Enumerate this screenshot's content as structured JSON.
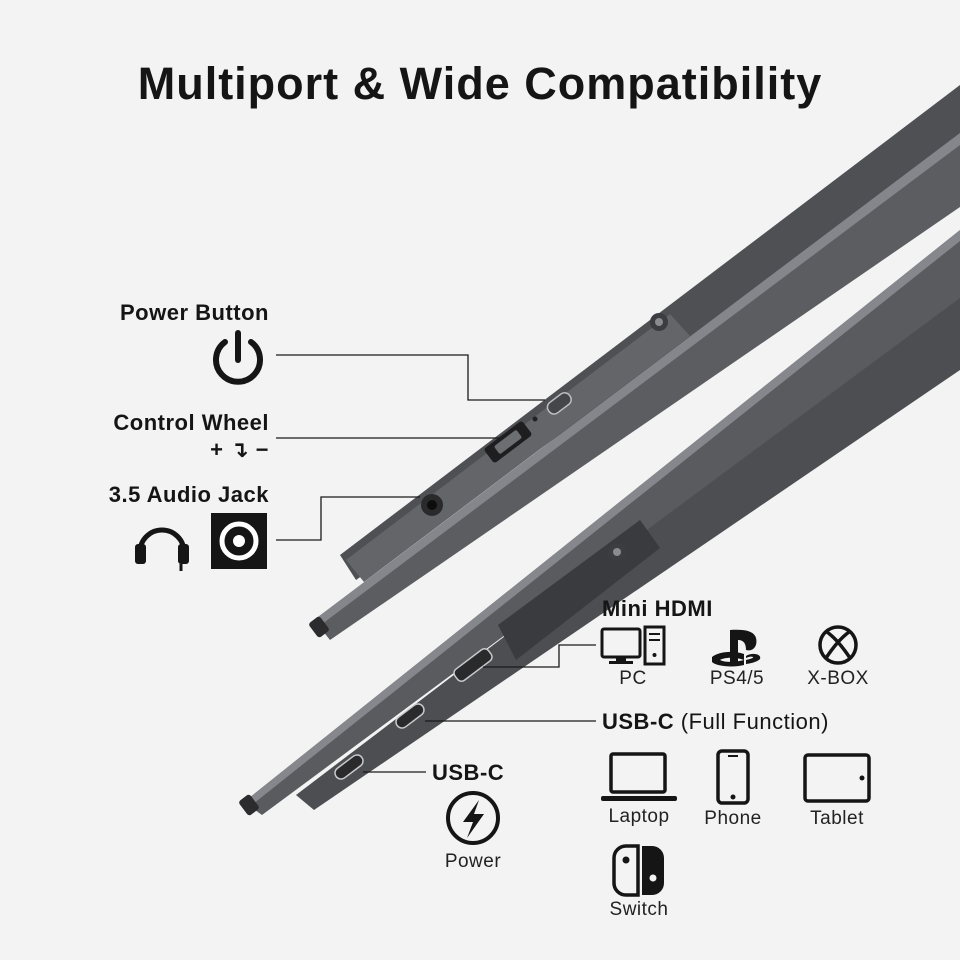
{
  "title": "Multiport & Wide Compatibility",
  "colors": {
    "background": "#f3f3f3",
    "device_body": "#55565a",
    "device_edge": "#7a7b80",
    "port_cutout": "#2a2a2c",
    "text": "#151515",
    "leader_line": "#1a1a1a"
  },
  "labels": {
    "power_button": "Power Button",
    "control_wheel": "Control Wheel",
    "control_wheel_symbols": "+ ↴ −",
    "audio_jack": "3.5 Audio Jack",
    "mini_hdmi": "Mini HDMI",
    "usbc_full_main": "USB-C",
    "usbc_full_paren": "(Full Function)",
    "usbc_power_main": "USB-C",
    "power_caption": "Power"
  },
  "hdmi_devices": [
    {
      "label": "PC",
      "icon": "pc-icon"
    },
    {
      "label": "PS4/5",
      "icon": "playstation-icon"
    },
    {
      "label": "X-BOX",
      "icon": "xbox-icon"
    }
  ],
  "usbc_devices": [
    {
      "label": "Laptop",
      "icon": "laptop-icon"
    },
    {
      "label": "Phone",
      "icon": "phone-icon"
    },
    {
      "label": "Tablet",
      "icon": "tablet-icon"
    },
    {
      "label": "Switch",
      "icon": "switch-icon"
    }
  ],
  "icons": {
    "power_button": "power-symbol-icon",
    "audio": [
      "headphones-icon",
      "audio-jack-icon"
    ],
    "usbc_power": "lightning-power-icon"
  }
}
